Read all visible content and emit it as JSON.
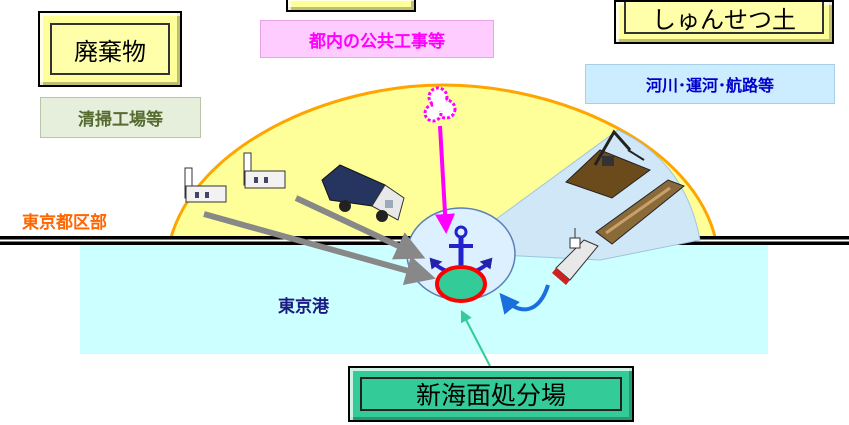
{
  "labels": {
    "waste": "廃棄物",
    "cleaning_plant": "清掃工場等",
    "public_works": "都内の公共工事等",
    "dredged_soil": "しゅんせつ土",
    "rivers": "河川･運河･航路等",
    "tokyo_wards": "東京都区部",
    "tokyo_port": "東京港",
    "landfill": "新海面処分場"
  },
  "colors": {
    "land": "#ffff99",
    "land_border": "#ffa500",
    "sea": "#ccffff",
    "ward_text": "#ff6600",
    "pink_arrow": "#ff00ff",
    "blue_arrow": "#1a6fdc",
    "gray_arrow": "#888888",
    "landfill_box": "#33cc99",
    "landfill_ring": "#ff0000"
  },
  "icons": [
    "factory-icon",
    "garbage-truck-icon",
    "dredger-icon",
    "barge-icon",
    "tugboat-icon",
    "anchor-icon",
    "cloud-icon"
  ]
}
